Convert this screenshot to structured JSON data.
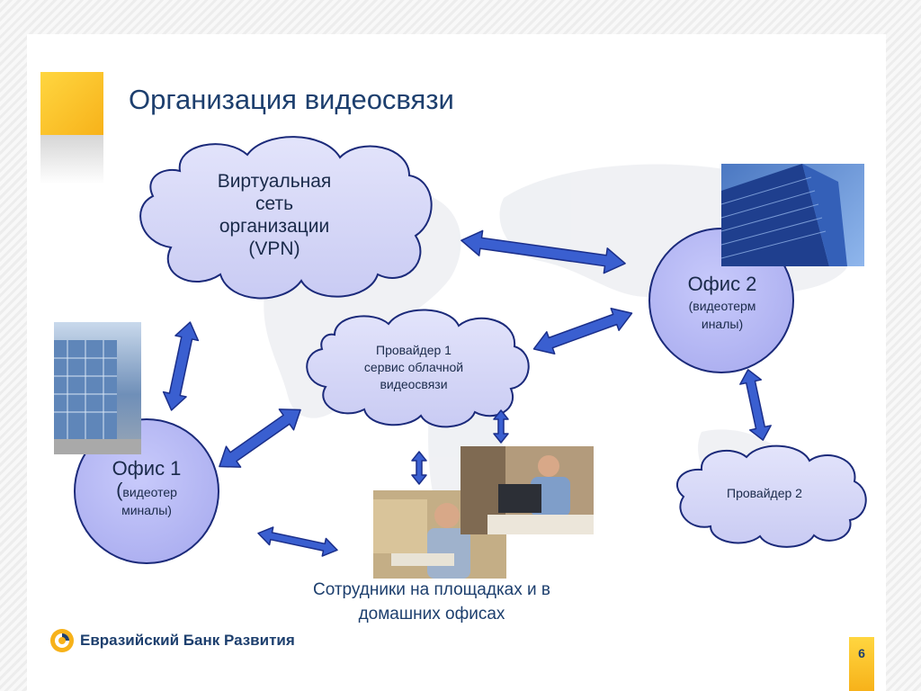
{
  "title": "Организация видеосвязи",
  "vpn_cloud": {
    "lines": [
      "Виртуальная",
      "сеть",
      "организации",
      "(VPN)"
    ]
  },
  "provider1_cloud": {
    "lines": [
      "Провайдер 1",
      "сервис облачной",
      "видеосвязи"
    ]
  },
  "provider2_cloud": {
    "label": "Провайдер 2"
  },
  "office1": {
    "name": "Офис 1",
    "sub_paren": "(",
    "sub_line1": "видеотер",
    "sub_line2": "миналы)"
  },
  "office2": {
    "name": "Офис 2",
    "sub_line1": "(видеотерм",
    "sub_line2": "иналы)"
  },
  "employees_caption": {
    "line1": "Сотрудники на площадках и в",
    "line2": "домашних офисах"
  },
  "logo": {
    "text": "Евразийский Банк Развития"
  },
  "page_number": "6",
  "colors": {
    "title": "#1d3f6e",
    "cloud_fill": "#d6d8f7",
    "cloud_stroke": "#1b2a7a",
    "office_fill": "#b7b9f4",
    "arrow_fill": "#3a5fd0",
    "arrow_stroke": "#1b2f8a",
    "accent": "#f7b21a"
  }
}
